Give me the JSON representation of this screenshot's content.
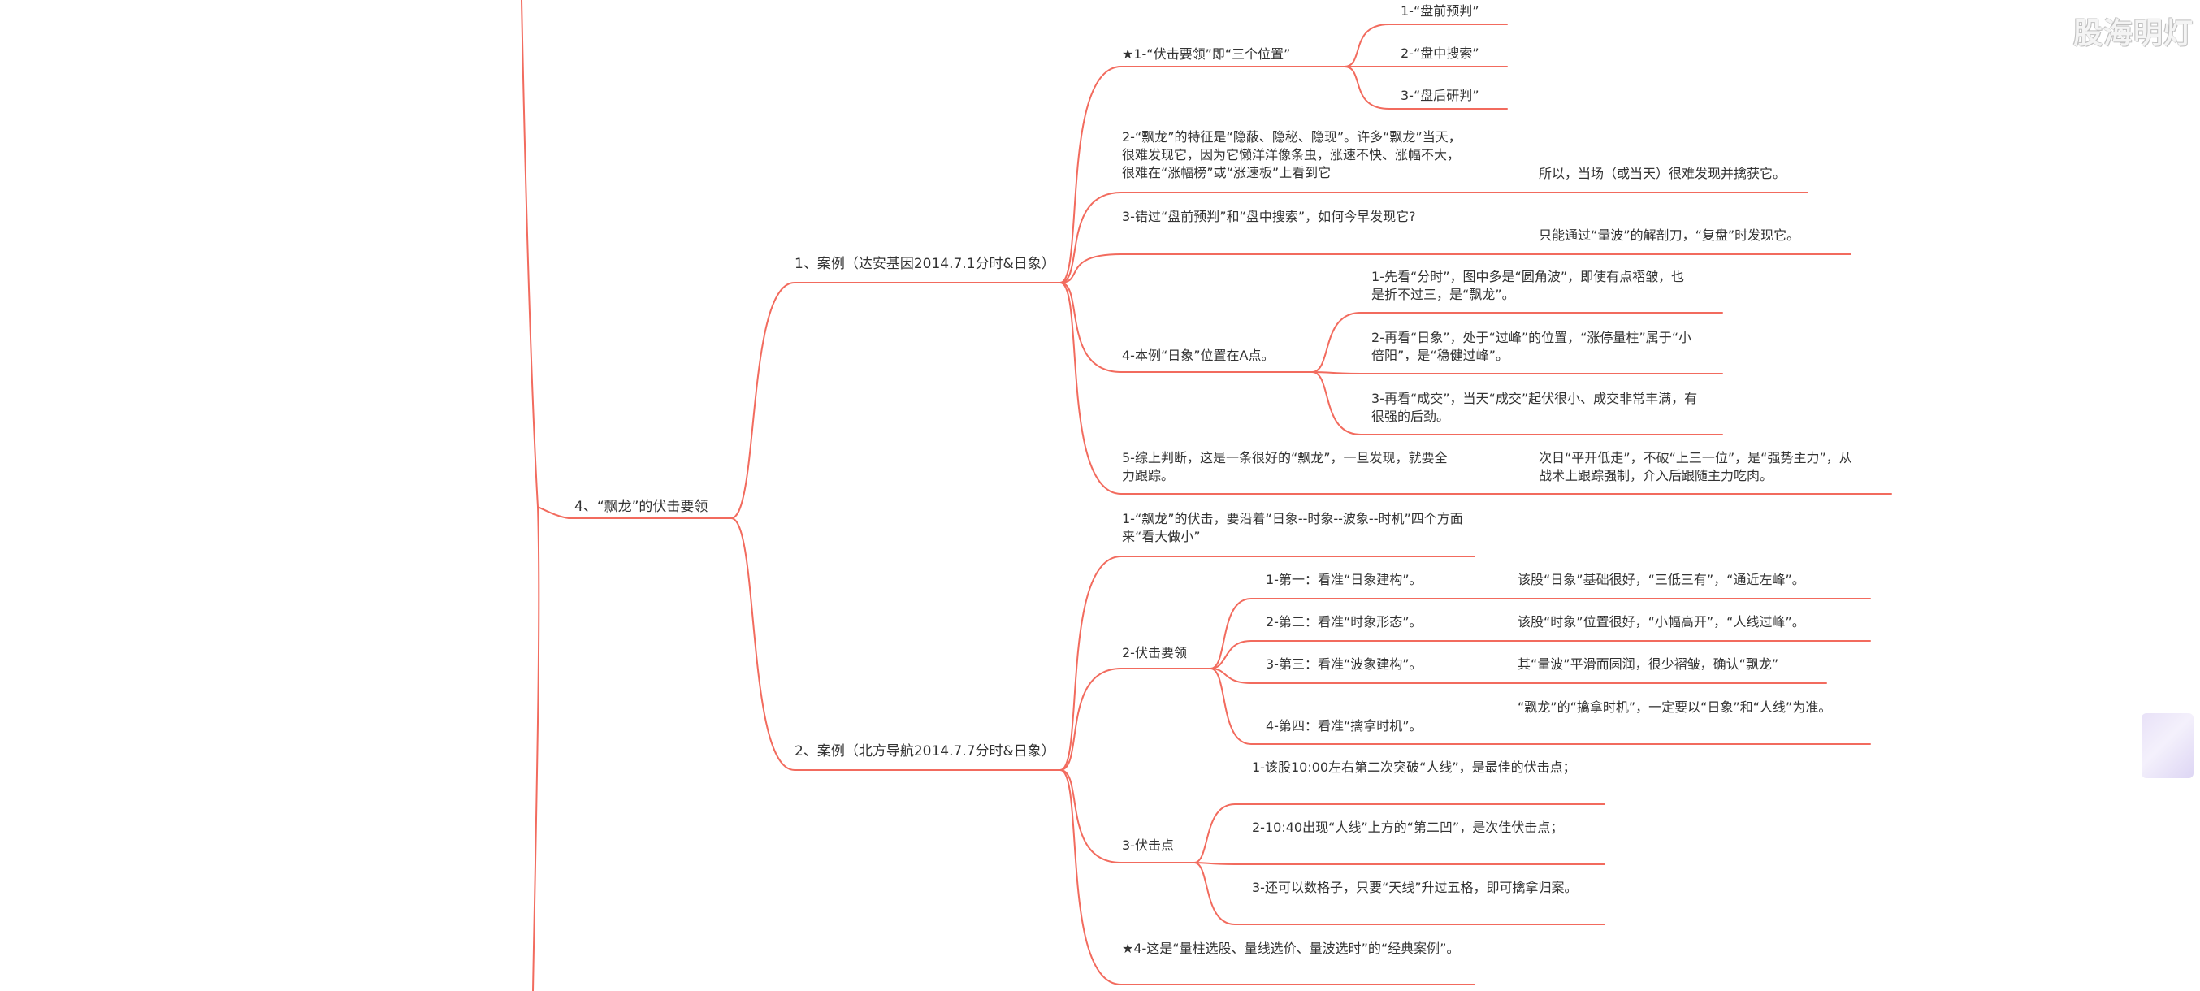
{
  "watermark": "股海明灯",
  "mindmap": {
    "root": "4、“飘龙”的伏击要领",
    "case1": {
      "title": "1、案例（达安基因2014.7.1分时&日象）",
      "item1": "★1-“伏击要领”即“三个位置”",
      "item1_children": [
        "1-“盘前预判”",
        "2-“盘中搜索”",
        "3-“盘后研判”"
      ],
      "item2": "2-“飘龙”的特征是“隐蔽、隐秘、隐现”。许多“飘龙”当天，很难发现它，因为它懒洋洋像条虫，涨速不快、涨幅不大，很难在“涨幅榜”或“涨速板”上看到它",
      "item2_note": "所以，当场（或当天）很难发现并擒获它。",
      "item3": "3-错过“盘前预判”和“盘中搜索”，如何今早发现它?",
      "item3_note": "只能通过“量波”的解剖刀，“复盘”时发现它。",
      "item4": "4-本例“日象”位置在A点。",
      "item4_children": [
        "1-先看“分时”，图中多是“圆角波”，即使有点褶皱，也是折不过三，是“飘龙”。",
        "2-再看“日象”，处于“过峰”的位置，“涨停量柱”属于“小倍阳”，是“稳健过峰”。",
        "3-再看“成交”，当天“成交”起伏很小、成交非常丰满，有很强的后劲。"
      ],
      "item5": "5-综上判断，这是一条很好的“飘龙”，一旦发现，就要全力跟踪。",
      "item5_note": "次日“平开低走”，不破“上三一位”，是“强势主力”，从战术上跟踪强制，介入后跟随主力吃肉。"
    },
    "case2": {
      "title": "2、案例（北方导航2014.7.7分时&日象）",
      "item1": "1-“飘龙”的伏击，要沿着“日象--时象--波象--时机”四个方面来“看大做小”",
      "item2": "2-伏击要领",
      "item2_children": [
        "1-第一：看准“日象建构”。",
        "2-第二：看准“时象形态”。",
        "3-第三：看准“波象建构”。",
        "4-第四：看准“擒拿时机”。"
      ],
      "item2_notes": [
        "该股“日象”基础很好，“三低三有”，“通近左峰”。",
        "该股“时象”位置很好，“小幅高开”，“人线过峰”。",
        "其“量波”平滑而圆润，很少褶皱，确认“飘龙”",
        "“飘龙”的“擒拿时机”，一定要以“日象”和“人线”为准。"
      ],
      "item3": "3-伏击点",
      "item3_children": [
        "1-该股10:00左右第二次突破“人线”，是最佳的伏击点；",
        "2-10:40出现“人线”上方的“第二凹”，是次佳伏击点；",
        "3-还可以数格子，只要“天线”升过五格，即可擒拿归案。"
      ],
      "item4": "★4-这是“量柱选股、量线选价、量波选时”的“经典案例”。"
    }
  },
  "colors": {
    "branch": "#f26b5e",
    "text": "#333333",
    "background": "#ffffff"
  }
}
